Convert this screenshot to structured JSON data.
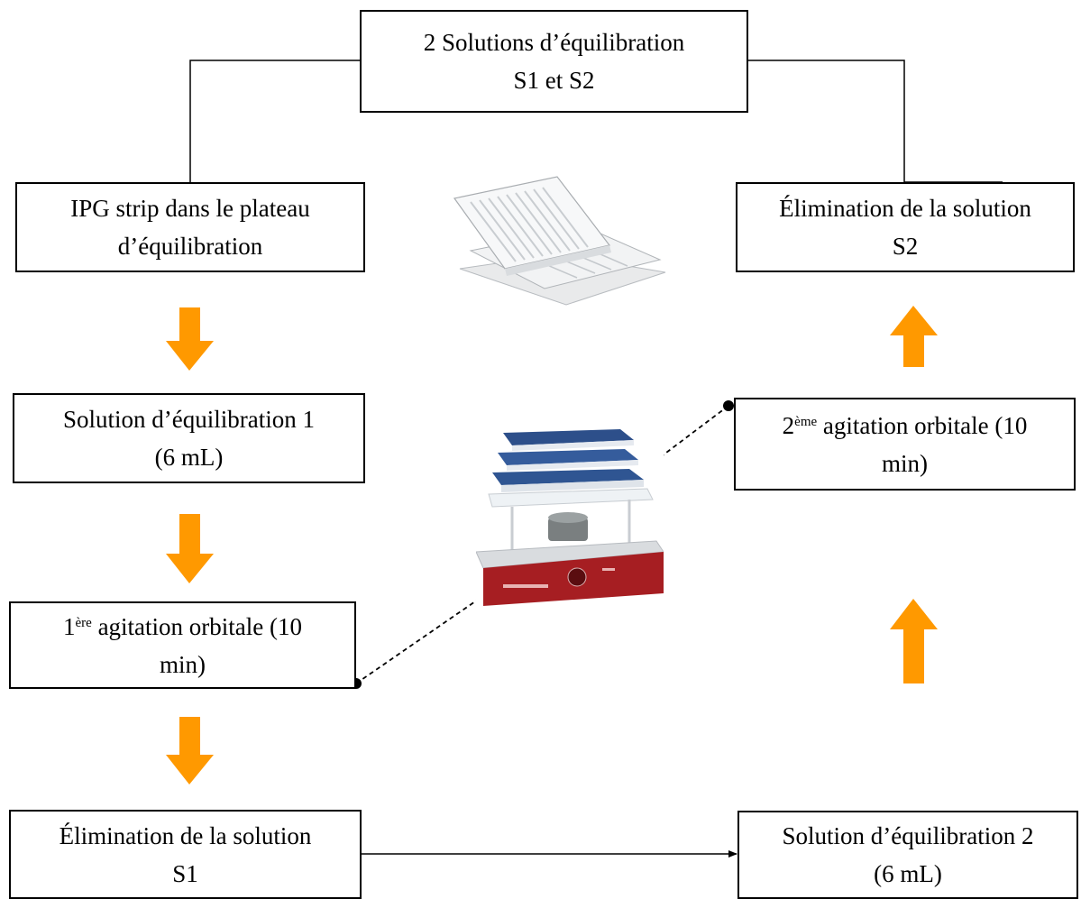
{
  "boxes": {
    "top": {
      "line1": "2 Solutions d’équilibration",
      "line2": "S1 et S2"
    },
    "ipg": {
      "line1": "IPG strip dans le plateau",
      "line2": "d’équilibration"
    },
    "sol1": {
      "line1": "Solution d’équilibration 1",
      "line2": "(6 mL)"
    },
    "agit1": {
      "num": "1",
      "sup": "ère",
      "line1_rest": " agitation orbitale (10",
      "line2": "min)"
    },
    "elim1": {
      "line1": "Élimination de la solution",
      "line2": "S1"
    },
    "sol2": {
      "line1": "Solution d’équilibration 2",
      "line2": "(6 mL)"
    },
    "agit2": {
      "num": "2",
      "sup": "ème",
      "line1_rest": " agitation orbitale (10",
      "line2": "min)"
    },
    "elim2": {
      "line1": "Élimination de la solution",
      "line2": "S2"
    }
  },
  "colors": {
    "arrow": "#FF9900",
    "line": "#000000"
  },
  "images": {
    "tray": "equilibration-tray-photo",
    "shaker": "orbital-shaker-photo"
  }
}
